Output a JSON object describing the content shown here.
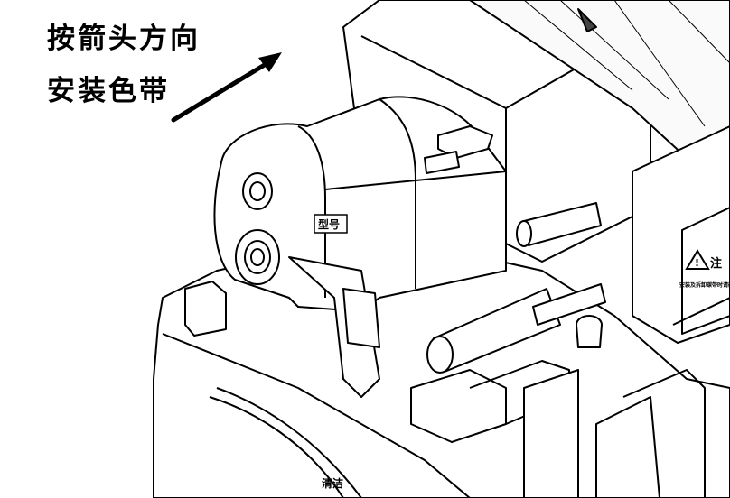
{
  "instruction": {
    "line1": "按箭头方向",
    "line2": "安装色带"
  },
  "labels": {
    "cartridge_label": "型号",
    "caution_title": "注",
    "caution_body": "安装及拆卸碳带时请确认不使用过程中注意打印。",
    "clean_label": "清洁"
  },
  "icons": {
    "arrow": "arrow-up-right-icon",
    "warning": "warning-triangle-icon"
  }
}
